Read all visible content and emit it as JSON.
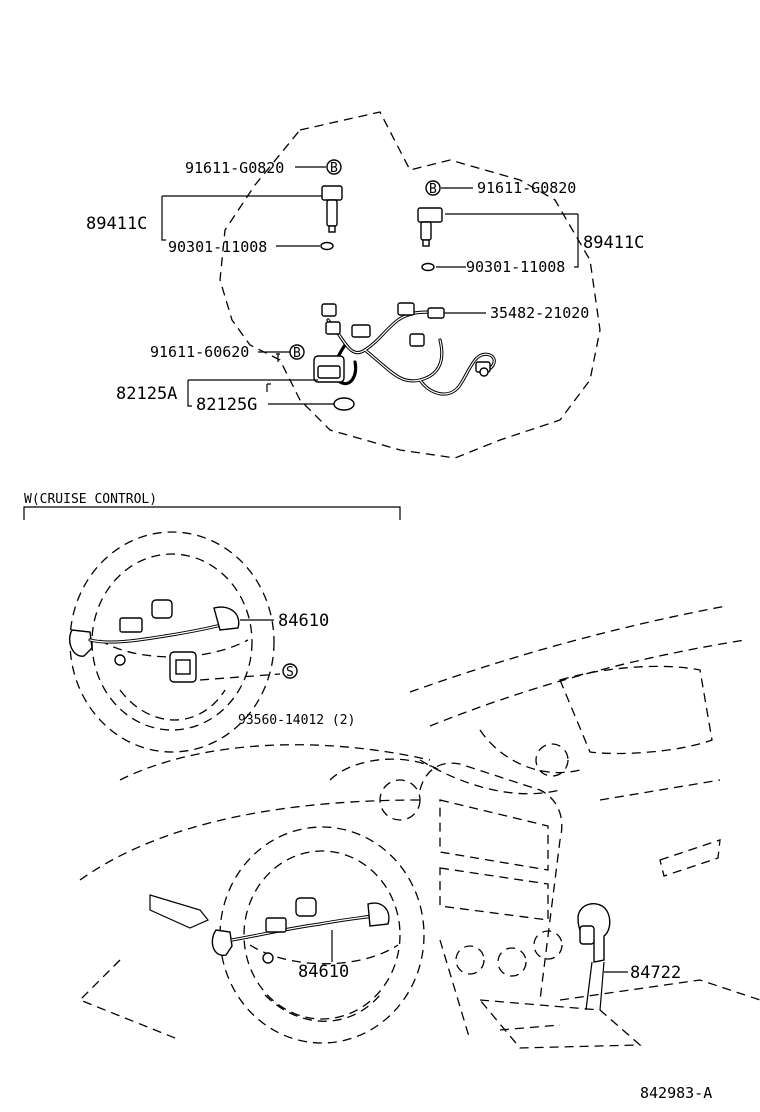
{
  "labels": {
    "sensor_bolt_left": "91611-G0820",
    "sensor_left": "89411C",
    "oring_left": "90301-11008",
    "sensor_bolt_right": "91611-G0820",
    "sensor_right": "89411C",
    "oring_right": "90301-11008",
    "harness": "35482-21020",
    "switch_bolt": "91611-60620",
    "switch_assy": "82125A",
    "switch_sub": "82125G",
    "section_title": "W(CRUISE CONTROL)",
    "cruise_switch_upper": "84610",
    "screw": "93560-14012 (2)",
    "cruise_switch_lower": "84610",
    "shift_lever": "84722",
    "drawing_number": "842983-A"
  },
  "symbols": {
    "bolt_marker": "B",
    "screw_marker": "S"
  }
}
